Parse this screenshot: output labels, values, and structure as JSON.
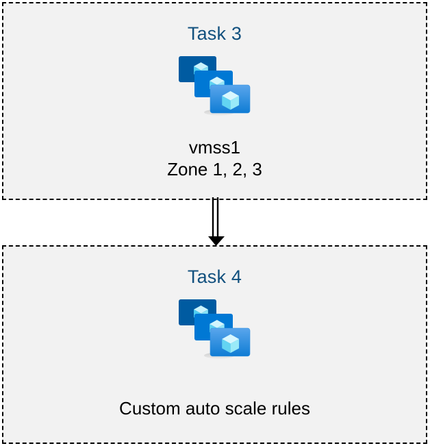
{
  "diagram": {
    "name": "azure-vmss-task-flow",
    "background_color": "#ffffff",
    "box_fill_color": "#f2f2f2",
    "box_border_color": "#000000",
    "heading_color": "#11507e",
    "caption_color": "#000000"
  },
  "boxes": [
    {
      "id": "task-3",
      "heading": "Task 3",
      "icon": "vmss-icon",
      "caption_lines": [
        "vmss1",
        "Zone 1, 2, 3"
      ]
    },
    {
      "id": "task-4",
      "heading": "Task 4",
      "icon": "vmss-icon",
      "caption_lines": [
        "Custom auto scale rules"
      ]
    }
  ],
  "connector": {
    "name": "double-line-arrow",
    "direction": "down",
    "from": "task-3",
    "to": "task-4",
    "color": "#000000"
  },
  "icon_palette": {
    "monitor_back": "#005ba1",
    "monitor_middle": "#0078d4",
    "monitor_front_top": "#50a0e8",
    "monitor_front_bottom": "#0f7cd4",
    "cube_light": "#c3f1fb",
    "cube_mid": "#86e1f5",
    "cube_dark": "#35c1ec",
    "stand_top": "#9a9a9a",
    "stand_base": "#d8d8d8"
  }
}
